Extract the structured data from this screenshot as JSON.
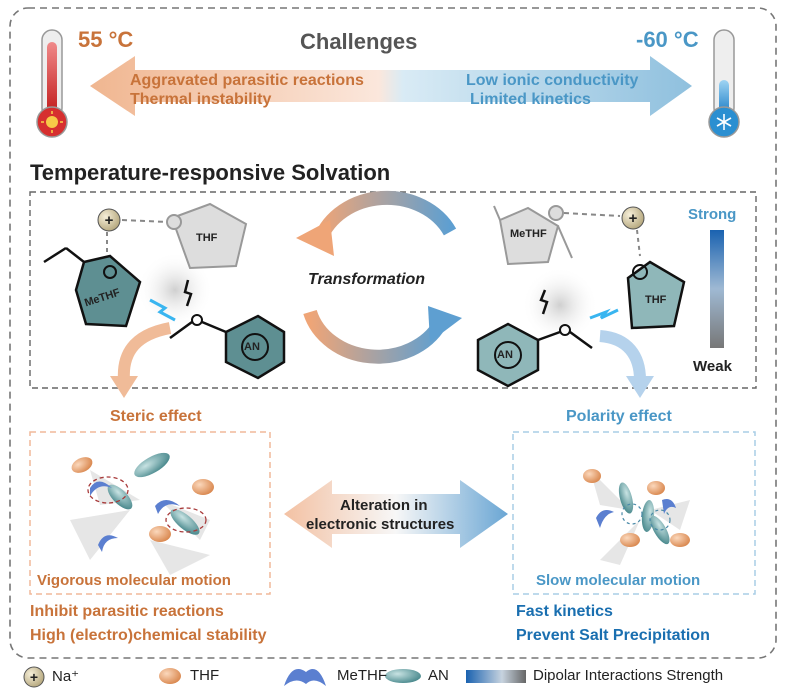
{
  "header": {
    "hot_temp": "55 °C",
    "cold_temp": "-60 °C",
    "title": "Challenges",
    "hot_issues": [
      "Aggravated parasitic reactions",
      "Thermal instability"
    ],
    "cold_issues": [
      "Low ionic conductivity",
      "Limited kinetics"
    ]
  },
  "solvation": {
    "title": "Temperature-responsive Solvation",
    "transformation": "Transformation",
    "left_molecules": [
      "MeTHF",
      "THF",
      "AN"
    ],
    "right_molecules": [
      "MeTHF",
      "THF",
      "AN"
    ],
    "scale_top": "Strong",
    "scale_bottom": "Weak"
  },
  "effects": {
    "steric": "Steric effect",
    "polarity": "Polarity effect",
    "steric_motion": "Vigorous molecular motion",
    "polarity_motion": "Slow molecular motion",
    "center": [
      "Alteration in",
      "electronic structures"
    ]
  },
  "outcomes": {
    "hot": [
      "Inhibit parasitic reactions",
      "High (electro)chemical stability"
    ],
    "cold": [
      "Fast  kinetics",
      "Prevent Salt Precipitation"
    ]
  },
  "legend": {
    "na": "Na⁺",
    "thf": "THF",
    "methf": "MeTHF",
    "an": "AN",
    "gradient": "Dipolar Interactions Strength",
    "plus": "+"
  },
  "colors": {
    "hot": "#c8733a",
    "cold": "#4a97c6",
    "thf_orange": "#e9a16c",
    "methf_blue": "#5b7fd0",
    "an_teal": "#5e9a9e"
  }
}
